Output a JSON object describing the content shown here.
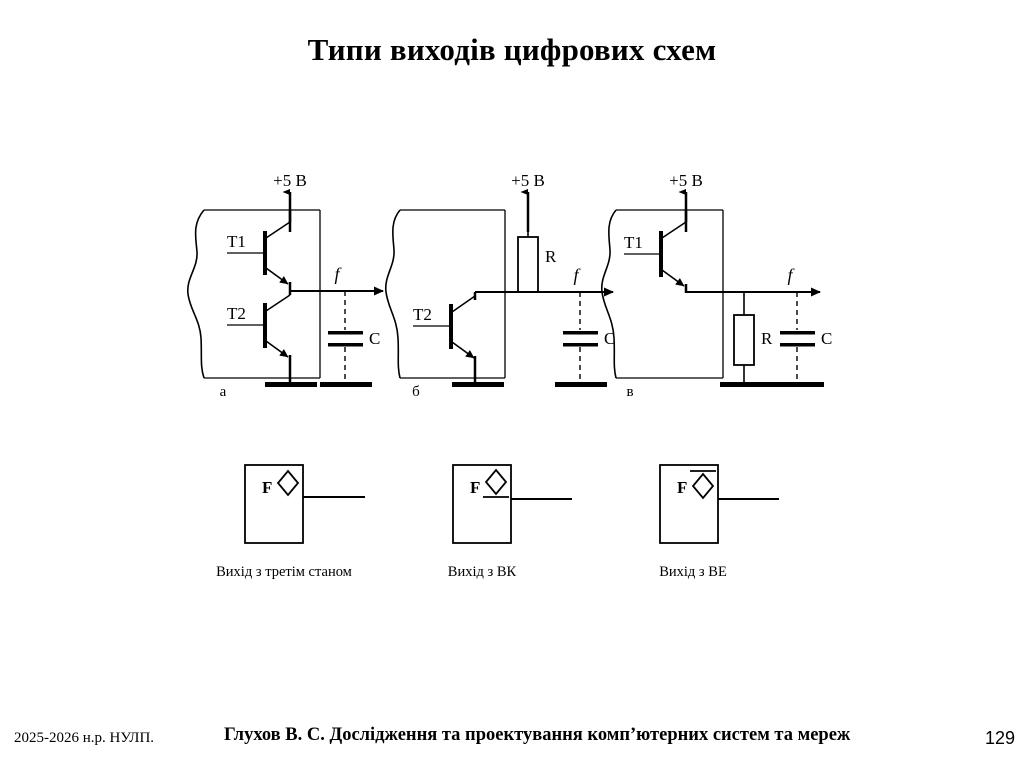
{
  "slide": {
    "title": "Типи виходів цифрових схем",
    "background_color": "#ffffff",
    "ink_color": "#000000"
  },
  "circuits": [
    {
      "index_label": "а",
      "name": "totem-pole-output",
      "supply_label": "+5 В",
      "output_label": "f",
      "transistors": [
        "T1",
        "T2"
      ],
      "capacitor_label": "C",
      "resistor_label": ""
    },
    {
      "index_label": "б",
      "name": "open-collector-output",
      "supply_label": "+5 В",
      "output_label": "f",
      "transistors": [
        "T2"
      ],
      "capacitor_label": "C",
      "resistor_label": "R"
    },
    {
      "index_label": "в",
      "name": "emitter-follower-output",
      "supply_label": "+5 В",
      "output_label": "f",
      "transistors": [
        "T1"
      ],
      "capacitor_label": "C",
      "resistor_label": "R"
    }
  ],
  "symbols": [
    {
      "name": "three-state-output-symbol",
      "glyph_letter": "F",
      "marker": "diamond",
      "caption": "Вихід з третім станом"
    },
    {
      "name": "open-collector-output-symbol",
      "glyph_letter": "F",
      "marker": "diamond-underline",
      "caption": "Вихід з ВК"
    },
    {
      "name": "emitter-follower-output-symbol",
      "glyph_letter": "F",
      "marker": "diamond-overline",
      "caption": "Вихід з ВЕ"
    }
  ],
  "footer": {
    "left": "2025-2026 н.р. НУЛП.",
    "center": "Глухов В. С. Дослідження та проектування комп’ютерних систем та мереж",
    "page": "129"
  }
}
